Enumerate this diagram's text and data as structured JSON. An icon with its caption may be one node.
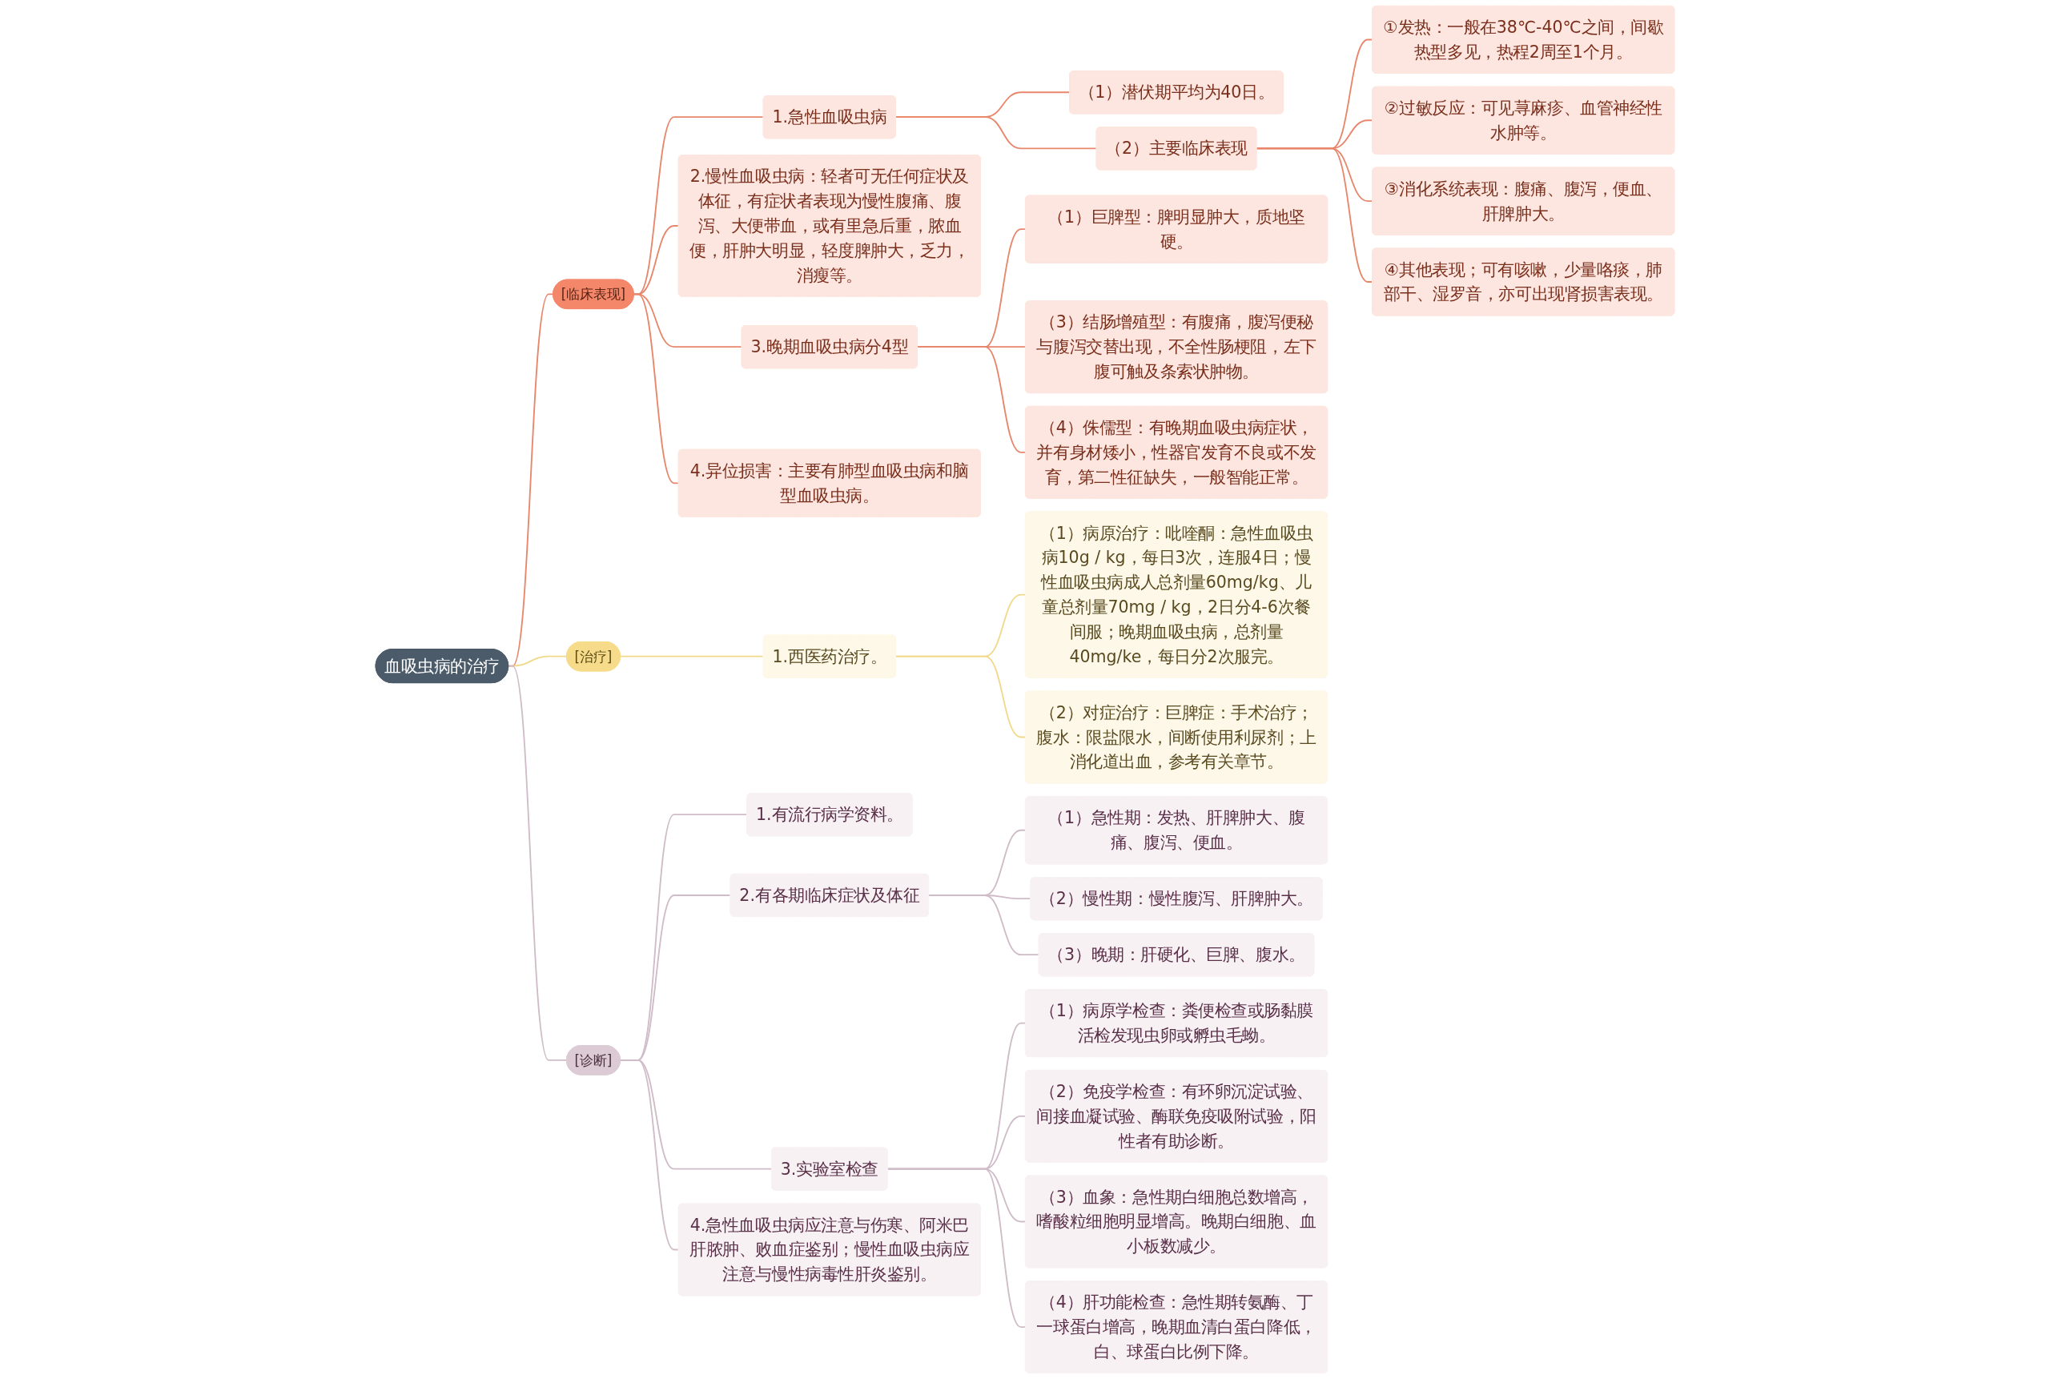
{
  "diagram": {
    "nodes": [
      {
        "text": [
          "血吸虫病的治疗"
        ]
      },
      {
        "text": [
          "[临床表现]"
        ]
      },
      {
        "text": [
          "1.急性血吸虫病"
        ]
      },
      {
        "text": [
          "（1）潜伏期平均为40日。"
        ]
      },
      {
        "text": [
          "（2）主要临床表现"
        ]
      },
      {
        "text": [
          "①发热：一般在38℃-40℃之间，间歇热型多见，热程2周至1个月。"
        ]
      },
      {
        "text": [
          "②过敏反应：可见荨麻疹、血管神经性水肿等。"
        ]
      },
      {
        "text": [
          "③消化系统表现：腹痛、腹泻，便血、肝脾肿大。"
        ]
      },
      {
        "text": [
          "④其他表现；可有咳嗽，少量咯痰，肺部干、湿罗音，亦可出现肾损害表现。"
        ]
      },
      {
        "text": [
          "2.慢性血吸虫病：轻者可无任何症状及体征，有症状者表现为慢性腹痛、腹泻、大便带血，或有里急后重，脓血便，肝肿大明显，轻度脾肿大，乏力，消瘦等。"
        ]
      },
      {
        "text": [
          "3.晚期血吸虫病分4型"
        ]
      },
      {
        "text": [
          "（1）巨脾型：脾明显肿大，质地坚硬。"
        ]
      },
      {
        "text": [
          "（3）结肠增殖型：有腹痛，腹泻便秘与腹泻交替出现，不全性肠梗阻，左下腹可触及条索状肿物。"
        ]
      },
      {
        "text": [
          "（4）侏儒型：有晚期血吸虫病症状，并有身材矮小，性器官发育不良或不发育，第二性征缺失，一般智能正常。"
        ]
      },
      {
        "text": [
          "4.异位损害：主要有肺型血吸虫病和脑型血吸虫病。"
        ]
      },
      {
        "text": [
          "[治疗]"
        ]
      },
      {
        "text": [
          "1.西医药治疗。"
        ]
      },
      {
        "text": [
          "（1）病原治疗：吡喹酮：急性血吸虫病10g / kg，每日3次，连服4日；慢性血吸虫病成人总剂量60mg/kg、儿童总剂量70mg / kg，2日分4-6次餐间服；晚期血吸虫病，总剂量40mg/ke，每日分2次服完。"
        ]
      },
      {
        "text": [
          "（2）对症治疗：巨脾症：手术治疗；腹水：限盐限水，间断使用利尿剂；上消化道出血，参考有关章节。"
        ]
      },
      {
        "text": [
          "[诊断]"
        ]
      },
      {
        "text": [
          "1.有流行病学资料。"
        ]
      },
      {
        "text": [
          "2.有各期临床症状及体征"
        ]
      },
      {
        "text": [
          "（1）急性期：发热、肝脾肿大、腹痛、腹泻、便血。"
        ]
      },
      {
        "text": [
          "（2）慢性期：慢性腹泻、肝脾肿大。"
        ]
      },
      {
        "text": [
          "（3）晚期：肝硬化、巨脾、腹水。"
        ]
      },
      {
        "text": [
          "3.实验室检查"
        ]
      },
      {
        "text": [
          "（1）病原学检查：粪便检查或肠黏膜活检发现虫卵或孵虫毛蚴。"
        ]
      },
      {
        "text": [
          "（2）免疫学检查：有环卵沉淀试验、间接血凝试验、酶联免疫吸附试验，阳性者有助诊断。"
        ]
      },
      {
        "text": [
          "（3）血象：急性期白细胞总数增高，嗜酸粒细胞明显增高。晚期白细胞、血小板数减少。"
        ]
      },
      {
        "text": [
          "（4）肝功能检查：急性期转氨酶、丁一球蛋白增高，晚期血清白蛋白降低，白、球蛋白比例下降。"
        ]
      },
      {
        "text": [
          "4.急性血吸虫病应注意与伤寒、阿米巴肝脓肿、败血症鉴别；慢性血吸虫病应注意与慢性病毒性肝炎鉴别。"
        ]
      }
    ],
    "edges": [
      {
        "from": 0,
        "to": 1,
        "arrow": "none",
        "color": "#e8866c"
      },
      {
        "from": 1,
        "to": 2,
        "arrow": "none",
        "color": "#e8866c"
      },
      {
        "from": 2,
        "to": 3,
        "arrow": "none",
        "color": "#e8866c"
      },
      {
        "from": 2,
        "to": 4,
        "arrow": "none",
        "color": "#e8866c"
      },
      {
        "from": 4,
        "to": 5,
        "arrow": "none",
        "color": "#e8866c"
      },
      {
        "from": 4,
        "to": 6,
        "arrow": "none",
        "color": "#e8866c"
      },
      {
        "from": 4,
        "to": 7,
        "arrow": "none",
        "color": "#e8866c"
      },
      {
        "from": 4,
        "to": 8,
        "arrow": "none",
        "color": "#e8866c"
      },
      {
        "from": 1,
        "to": 9,
        "arrow": "none",
        "color": "#e8866c"
      },
      {
        "from": 1,
        "to": 10,
        "arrow": "none",
        "color": "#e8866c"
      },
      {
        "from": 10,
        "to": 11,
        "arrow": "none",
        "color": "#e8866c"
      },
      {
        "from": 10,
        "to": 12,
        "arrow": "none",
        "color": "#e8866c"
      },
      {
        "from": 10,
        "to": 13,
        "arrow": "none",
        "color": "#e8866c"
      },
      {
        "from": 1,
        "to": 14,
        "arrow": "none",
        "color": "#e8866c"
      },
      {
        "from": 0,
        "to": 15,
        "arrow": "none",
        "color": "#f2d98a"
      },
      {
        "from": 15,
        "to": 16,
        "arrow": "none",
        "color": "#f2d98a"
      },
      {
        "from": 16,
        "to": 17,
        "arrow": "none",
        "color": "#f2d98a"
      },
      {
        "from": 16,
        "to": 18,
        "arrow": "none",
        "color": "#f2d98a"
      },
      {
        "from": 0,
        "to": 19,
        "arrow": "none",
        "color": "#cfbcc8"
      },
      {
        "from": 19,
        "to": 20,
        "arrow": "none",
        "color": "#cfbcc8"
      },
      {
        "from": 19,
        "to": 21,
        "arrow": "none",
        "color": "#cfbcc8"
      },
      {
        "from": 21,
        "to": 22,
        "arrow": "none",
        "color": "#cfbcc8"
      },
      {
        "from": 21,
        "to": 23,
        "arrow": "none",
        "color": "#cfbcc8"
      },
      {
        "from": 21,
        "to": 24,
        "arrow": "none",
        "color": "#cfbcc8"
      },
      {
        "from": 19,
        "to": 25,
        "arrow": "none",
        "color": "#cfbcc8"
      },
      {
        "from": 25,
        "to": 26,
        "arrow": "none",
        "color": "#cfbcc8"
      },
      {
        "from": 25,
        "to": 27,
        "arrow": "none",
        "color": "#cfbcc8"
      },
      {
        "from": 25,
        "to": 28,
        "arrow": "none",
        "color": "#cfbcc8"
      },
      {
        "from": 25,
        "to": 29,
        "arrow": "none",
        "color": "#cfbcc8"
      },
      {
        "from": 19,
        "to": 30,
        "arrow": "none",
        "color": "#cfbcc8"
      }
    ]
  }
}
